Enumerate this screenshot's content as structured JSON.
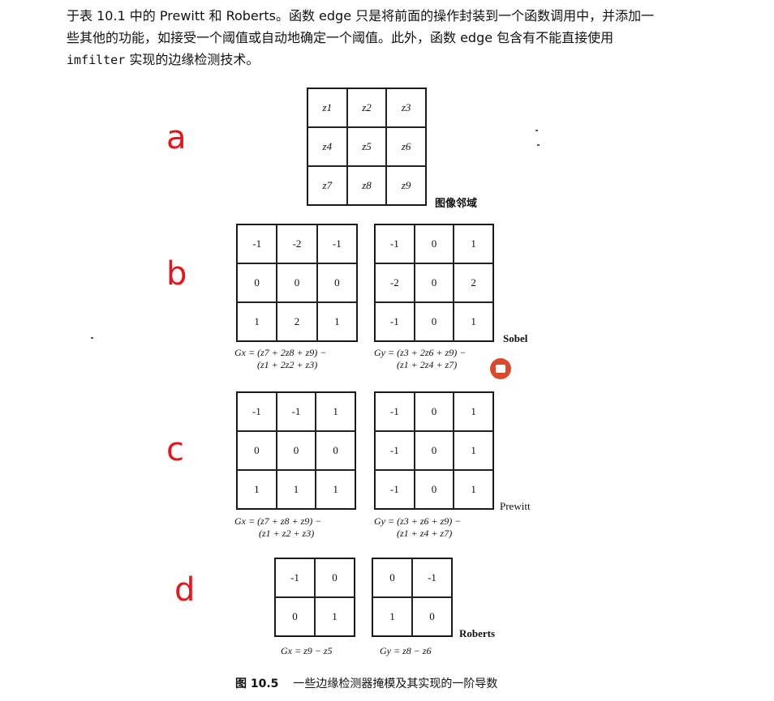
{
  "paragraph": {
    "line1": "于表 10.1 中的 Prewitt 和 Roberts。函数 edge 只是将前面的操作封装到一个函数调用中，并添加一",
    "line2": "些其他的功能，如接受一个阈值或自动地确定一个阈值。此外，函数 edge 包含有不能直接使用",
    "line3_code": "imfilter",
    "line3_rest": " 实现的边缘检测技术。"
  },
  "annotations": {
    "a": "a",
    "b": "b",
    "c": "c",
    "d": "d"
  },
  "neighborhood": {
    "cells": [
      "z1",
      "z2",
      "z3",
      "z4",
      "z5",
      "z6",
      "z7",
      "z8",
      "z9"
    ],
    "label": "图像邻域"
  },
  "sobel": {
    "gx": [
      "-1",
      "-2",
      "-1",
      "0",
      "0",
      "0",
      "1",
      "2",
      "1"
    ],
    "gy": [
      "-1",
      "0",
      "1",
      "-2",
      "0",
      "2",
      "-1",
      "0",
      "1"
    ],
    "label": "Sobel",
    "gx_formula_1": "Gx = (z7 + 2z8 + z9) −",
    "gx_formula_2": "(z1 + 2z2 + z3)",
    "gy_formula_1": "Gy = (z3 + 2z6 + z9) −",
    "gy_formula_2": "(z1 + 2z4 + z7)"
  },
  "prewitt": {
    "gx": [
      "-1",
      "-1",
      "1",
      "0",
      "0",
      "0",
      "1",
      "1",
      "1"
    ],
    "gy": [
      "-1",
      "0",
      "1",
      "-1",
      "0",
      "1",
      "-1",
      "0",
      "1"
    ],
    "label": "Prewitt",
    "gx_formula_1": "Gx = (z7 + z8 + z9) −",
    "gx_formula_2": "(z1 + z2 + z3)",
    "gy_formula_1": "Gy = (z3 + z6 + z9) −",
    "gy_formula_2": "(z1 + z4 + z7)"
  },
  "roberts": {
    "gx": [
      "-1",
      "0",
      "0",
      "1"
    ],
    "gy": [
      "0",
      "-1",
      "1",
      "0"
    ],
    "label": "Roberts",
    "gx_formula": "Gx = z9 − z5",
    "gy_formula": "Gy = z8 − z6"
  },
  "caption": {
    "number": "图 10.5",
    "text": "一些边缘检测器掩模及其实现的一阶导数"
  }
}
